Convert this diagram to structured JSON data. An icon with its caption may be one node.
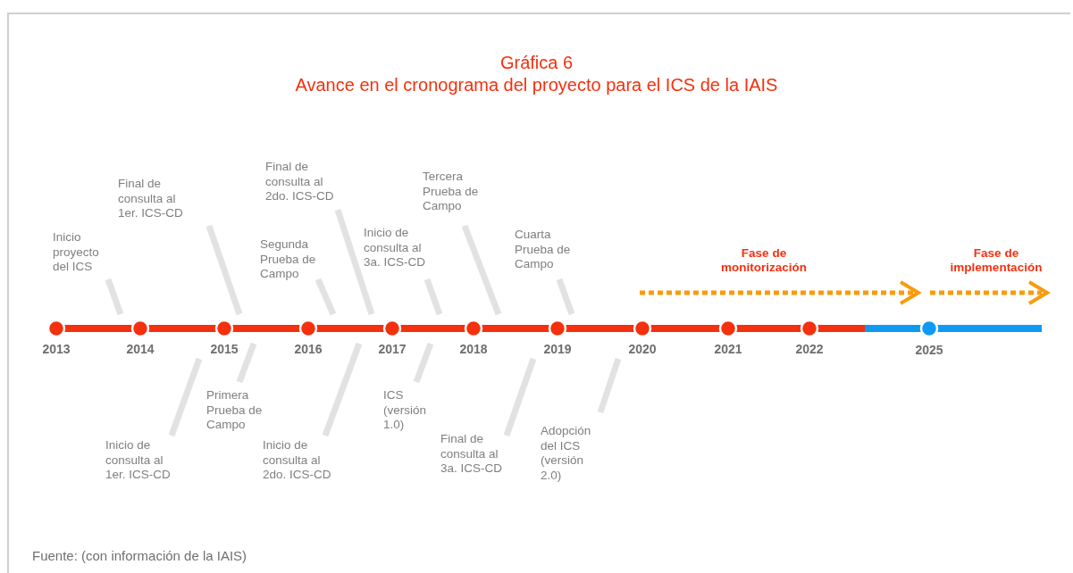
{
  "diagram": {
    "title": "Gráfica 6 Avance en el cronograma del proyecto para el ICS de la IAIS",
    "caption": "Fuente: (con información de la IAIS)",
    "nodes": [
      {
        "text": [
          "Inicio proyecto del ICS"
        ]
      },
      {
        "text": [
          "Final de consulta al 1er. ICS-CD"
        ]
      },
      {
        "text": [
          "Inicio de consulta al 1er. ICS-CD"
        ]
      },
      {
        "text": [
          "Primera Prueba de Campo"
        ]
      },
      {
        "text": [
          "Segunda Prueba de Campo"
        ]
      },
      {
        "text": [
          "Final de consulta al 2do. ICS-CD"
        ]
      },
      {
        "text": [
          "Inicio de consulta al 2do. ICS-CD"
        ]
      },
      {
        "text": [
          "Inicio de consulta al 3a. ICS-CD"
        ]
      },
      {
        "text": [
          "ICS (versión 1.0)"
        ]
      },
      {
        "text": [
          "Tercera Prueba de Campo"
        ]
      },
      {
        "text": [
          "Final de consulta al 3a. ICS-CD"
        ]
      },
      {
        "text": [
          "Cuarta Prueba de Campo"
        ]
      },
      {
        "text": [
          "Adopción del ICS (versión 2.0)"
        ]
      }
    ],
    "edges": [
      {
        "from": 0,
        "to": null,
        "arrow": "none"
      },
      {
        "from": 1,
        "to": null,
        "arrow": "none"
      },
      {
        "from": 2,
        "to": null,
        "arrow": "none"
      },
      {
        "from": 3,
        "to": null,
        "arrow": "none"
      },
      {
        "from": 4,
        "to": null,
        "arrow": "none"
      },
      {
        "from": 5,
        "to": null,
        "arrow": "none"
      },
      {
        "from": 6,
        "to": null,
        "arrow": "none"
      },
      {
        "from": 7,
        "to": null,
        "arrow": "none"
      },
      {
        "from": 8,
        "to": null,
        "arrow": "none"
      },
      {
        "from": 9,
        "to": null,
        "arrow": "none"
      },
      {
        "from": 10,
        "to": null,
        "arrow": "none"
      },
      {
        "from": 11,
        "to": null,
        "arrow": "none"
      },
      {
        "from": 12,
        "to": null,
        "arrow": "none"
      }
    ],
    "labels": [
      "2013",
      "2014",
      "2015",
      "2016",
      "2017",
      "2018",
      "2019",
      "2020",
      "2021",
      "2022",
      "2025",
      "Fase de monitorización",
      "Fase de implementación"
    ]
  }
}
